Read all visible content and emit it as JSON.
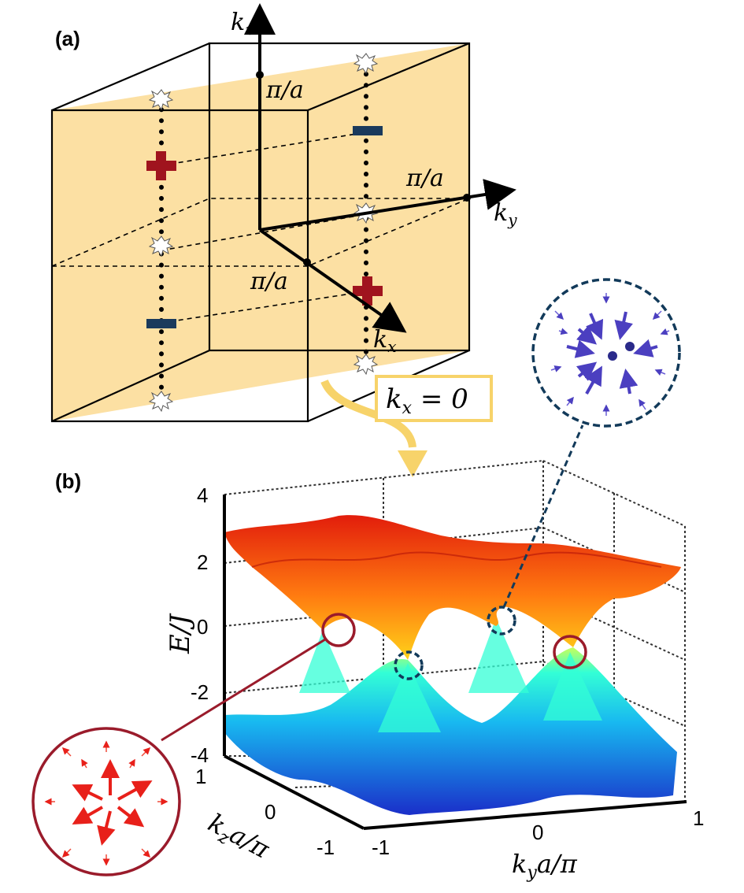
{
  "panels": {
    "a": "(a)",
    "b": "(b)"
  },
  "axes_a": {
    "kz": "kz",
    "ky": "ky",
    "kx": "kx",
    "kz_point": "π/a",
    "ky_point": "π/a",
    "kx_point": "π/a"
  },
  "callout": "kx = 0",
  "plot_b": {
    "zlabel": "E/J",
    "ylabel": "kya/π",
    "xlabel": "kza/π",
    "z_ticks": [
      "4",
      "2",
      "0",
      "-2",
      "-4"
    ],
    "y_ticks": [
      "-1",
      "0",
      "1"
    ],
    "x_ticks": [
      "1",
      "0",
      "-1"
    ]
  },
  "colors": {
    "plane_fill": "#fce0a3",
    "plus_charge": "#a0141e",
    "minus_charge": "#1a3a5c",
    "upper_band_top": "#e21d0c",
    "upper_band_low": "#ffd21a",
    "lower_band_top": "#33ffd6",
    "lower_band_low": "#1a2ec9",
    "red_marker": "#9a1b2b",
    "blue_marker": "#123a5a",
    "arrow_callout": "#f7d36a"
  }
}
